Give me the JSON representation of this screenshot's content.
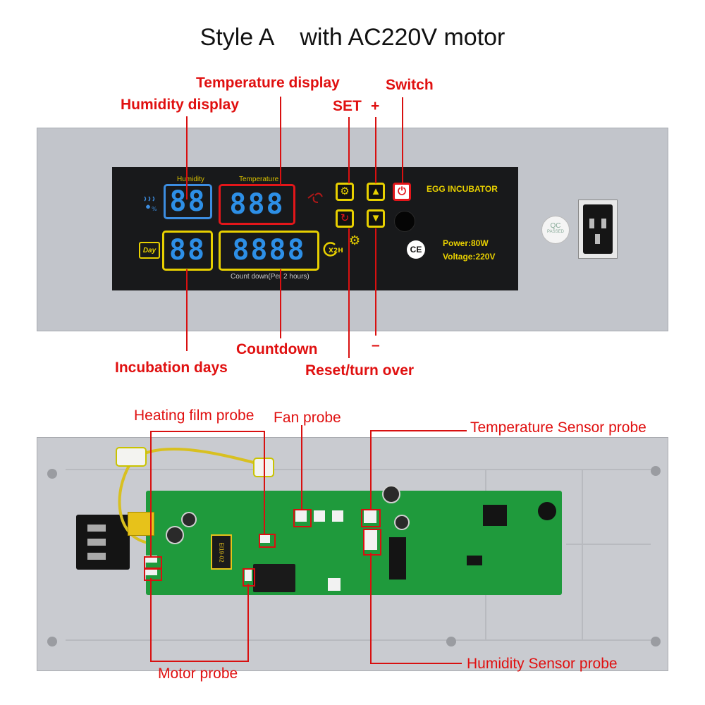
{
  "title": "Style A    with AC220V motor",
  "top_callouts": {
    "temperature_display": "Temperature display",
    "humidity_display": "Humidity display",
    "switch": "Switch",
    "set": "SET",
    "plus": "+",
    "countdown": "Countdown",
    "incubation_days": "Incubation days",
    "reset_turn_over": "Reset/turn over",
    "minus": "–"
  },
  "display_panel": {
    "humidity_label": "Humidity",
    "temperature_label": "Temperature",
    "humidity_digits": "88",
    "temperature_digits": "888",
    "days_digits": "88",
    "countdown_digits": "8888",
    "countdown_label": "Count down(Per 2 hours)",
    "day_badge": "Day",
    "x2h": "X2H",
    "brand": "EGG INCUBATOR",
    "power": "Power:80W",
    "voltage": "Voltage:220V",
    "ce": "CE",
    "qc": "QC",
    "qc_passed": "PASSED"
  },
  "board_callouts": {
    "heating_film_probe": "Heating film probe",
    "fan_probe": "Fan probe",
    "temperature_sensor_probe": "Temperature Sensor probe",
    "humidity_sensor_probe": "Humidity Sensor probe",
    "motor_probe": "Motor probe"
  },
  "board": {
    "chip_text": "EI19-02"
  },
  "colors": {
    "callout_red": "#e01010",
    "panel_grey": "#c2c5cb",
    "pcb_green": "#1f9a3c",
    "digit_blue": "#2d8fe6",
    "frame_yellow": "#e8d000",
    "frame_red": "#e3161a"
  }
}
